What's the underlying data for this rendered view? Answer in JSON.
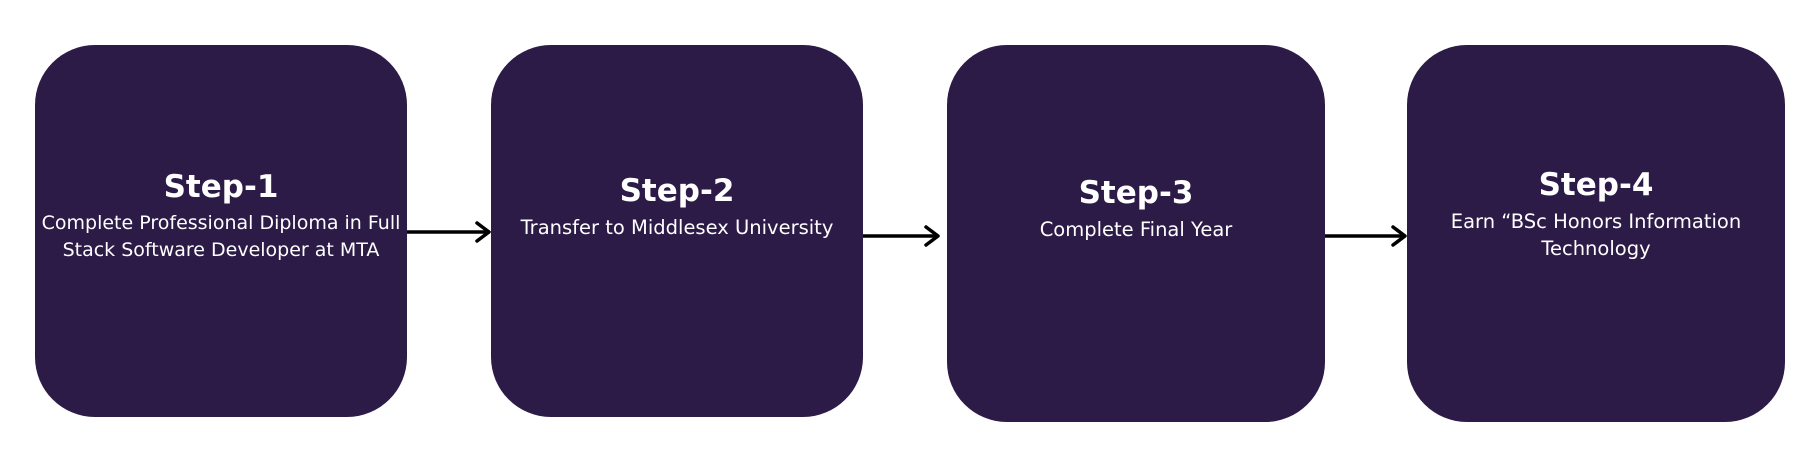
{
  "diagram": {
    "box_color": "#2c1a47",
    "text_color": "#ffffff",
    "arrow_color": "#000000",
    "steps": [
      {
        "title": "Step-1",
        "description": "Complete Professional Diploma in Full Stack Software Developer at MTA"
      },
      {
        "title": "Step-2",
        "description": "Transfer to Middlesex University"
      },
      {
        "title": "Step-3",
        "description": "Complete Final Year"
      },
      {
        "title": "Step-4",
        "description": "Earn “BSc Honors Information Technology"
      }
    ]
  }
}
